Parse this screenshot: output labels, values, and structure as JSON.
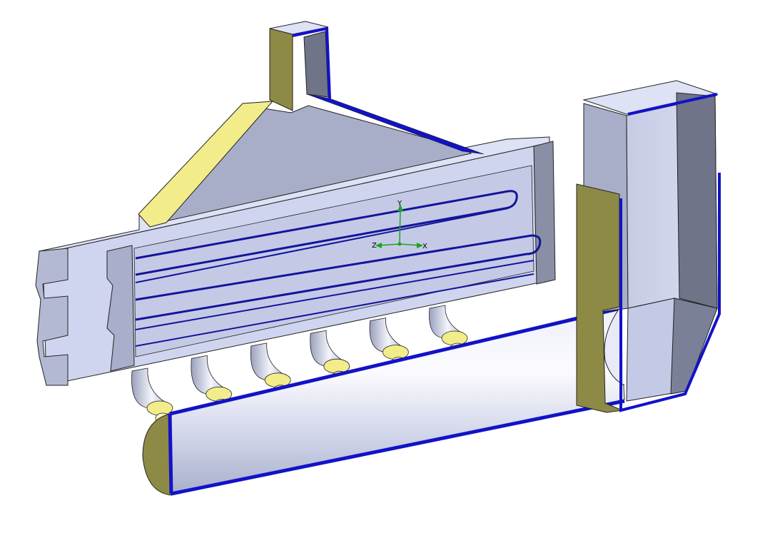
{
  "colors": {
    "background": "#ffffff",
    "body_face": "#cfd5ee",
    "body_top": "#dde2f5",
    "body_side": "#a6acc7",
    "body_dark": "#6f7488",
    "section_blue": "#1212c8",
    "yellow_cut": "#f2ec8a",
    "olive_cut": "#8d8a45",
    "tube_light": "#f5f6fb",
    "tube_mid": "#bcc2dc",
    "outline": "#222222",
    "triad_green": "#1aa51a"
  },
  "triad": {
    "x_label": "X",
    "y_label": "Y",
    "z_label": "Z"
  },
  "pipe_count": 6
}
